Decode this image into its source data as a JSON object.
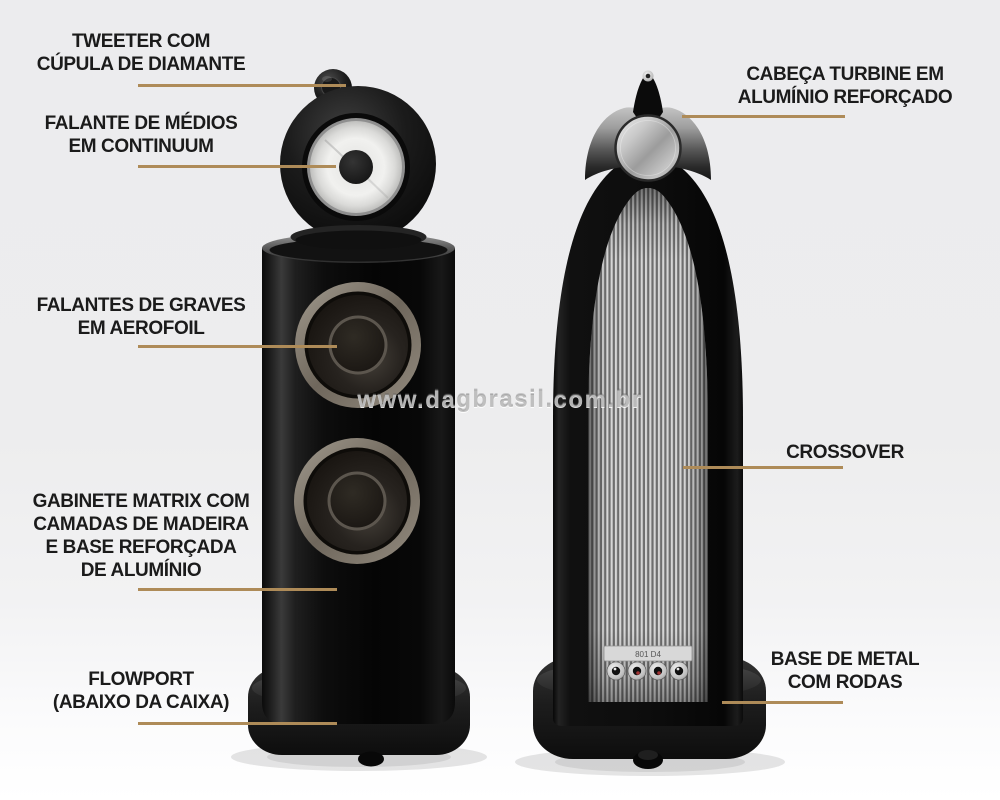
{
  "watermark": "www.dagbrasil.com.br",
  "colors": {
    "leader_line": "#ae8b58",
    "label_text": "#1b1b1b",
    "watermark_text": "rgba(145,145,145,0.55)",
    "background": "#ededee"
  },
  "labels": {
    "left": [
      {
        "id": "tweeter",
        "lines": [
          "TWEETER COM",
          "CÚPULA DE DIAMANTE"
        ]
      },
      {
        "id": "midrange",
        "lines": [
          "FALANTE DE MÉDIOS",
          "EM CONTINUUM"
        ]
      },
      {
        "id": "woofers",
        "lines": [
          "FALANTES DE GRAVES",
          "EM AEROFOIL"
        ]
      },
      {
        "id": "cabinet",
        "lines": [
          "GABINETE MATRIX COM",
          "CAMADAS DE MADEIRA",
          "E BASE REFORÇADA",
          "DE ALUMÍNIO"
        ]
      },
      {
        "id": "flowport",
        "lines": [
          "FLOWPORT",
          "(ABAIXO DA CAIXA)"
        ]
      }
    ],
    "right": [
      {
        "id": "head",
        "lines": [
          "CABEÇA TURBINE EM",
          "ALUMÍNIO REFORÇADO"
        ]
      },
      {
        "id": "crossover",
        "lines": [
          "CROSSOVER"
        ]
      },
      {
        "id": "base",
        "lines": [
          "BASE DE METAL",
          "COM RODAS"
        ]
      }
    ]
  },
  "rear_panel": {
    "model_plate": "801 D4"
  }
}
